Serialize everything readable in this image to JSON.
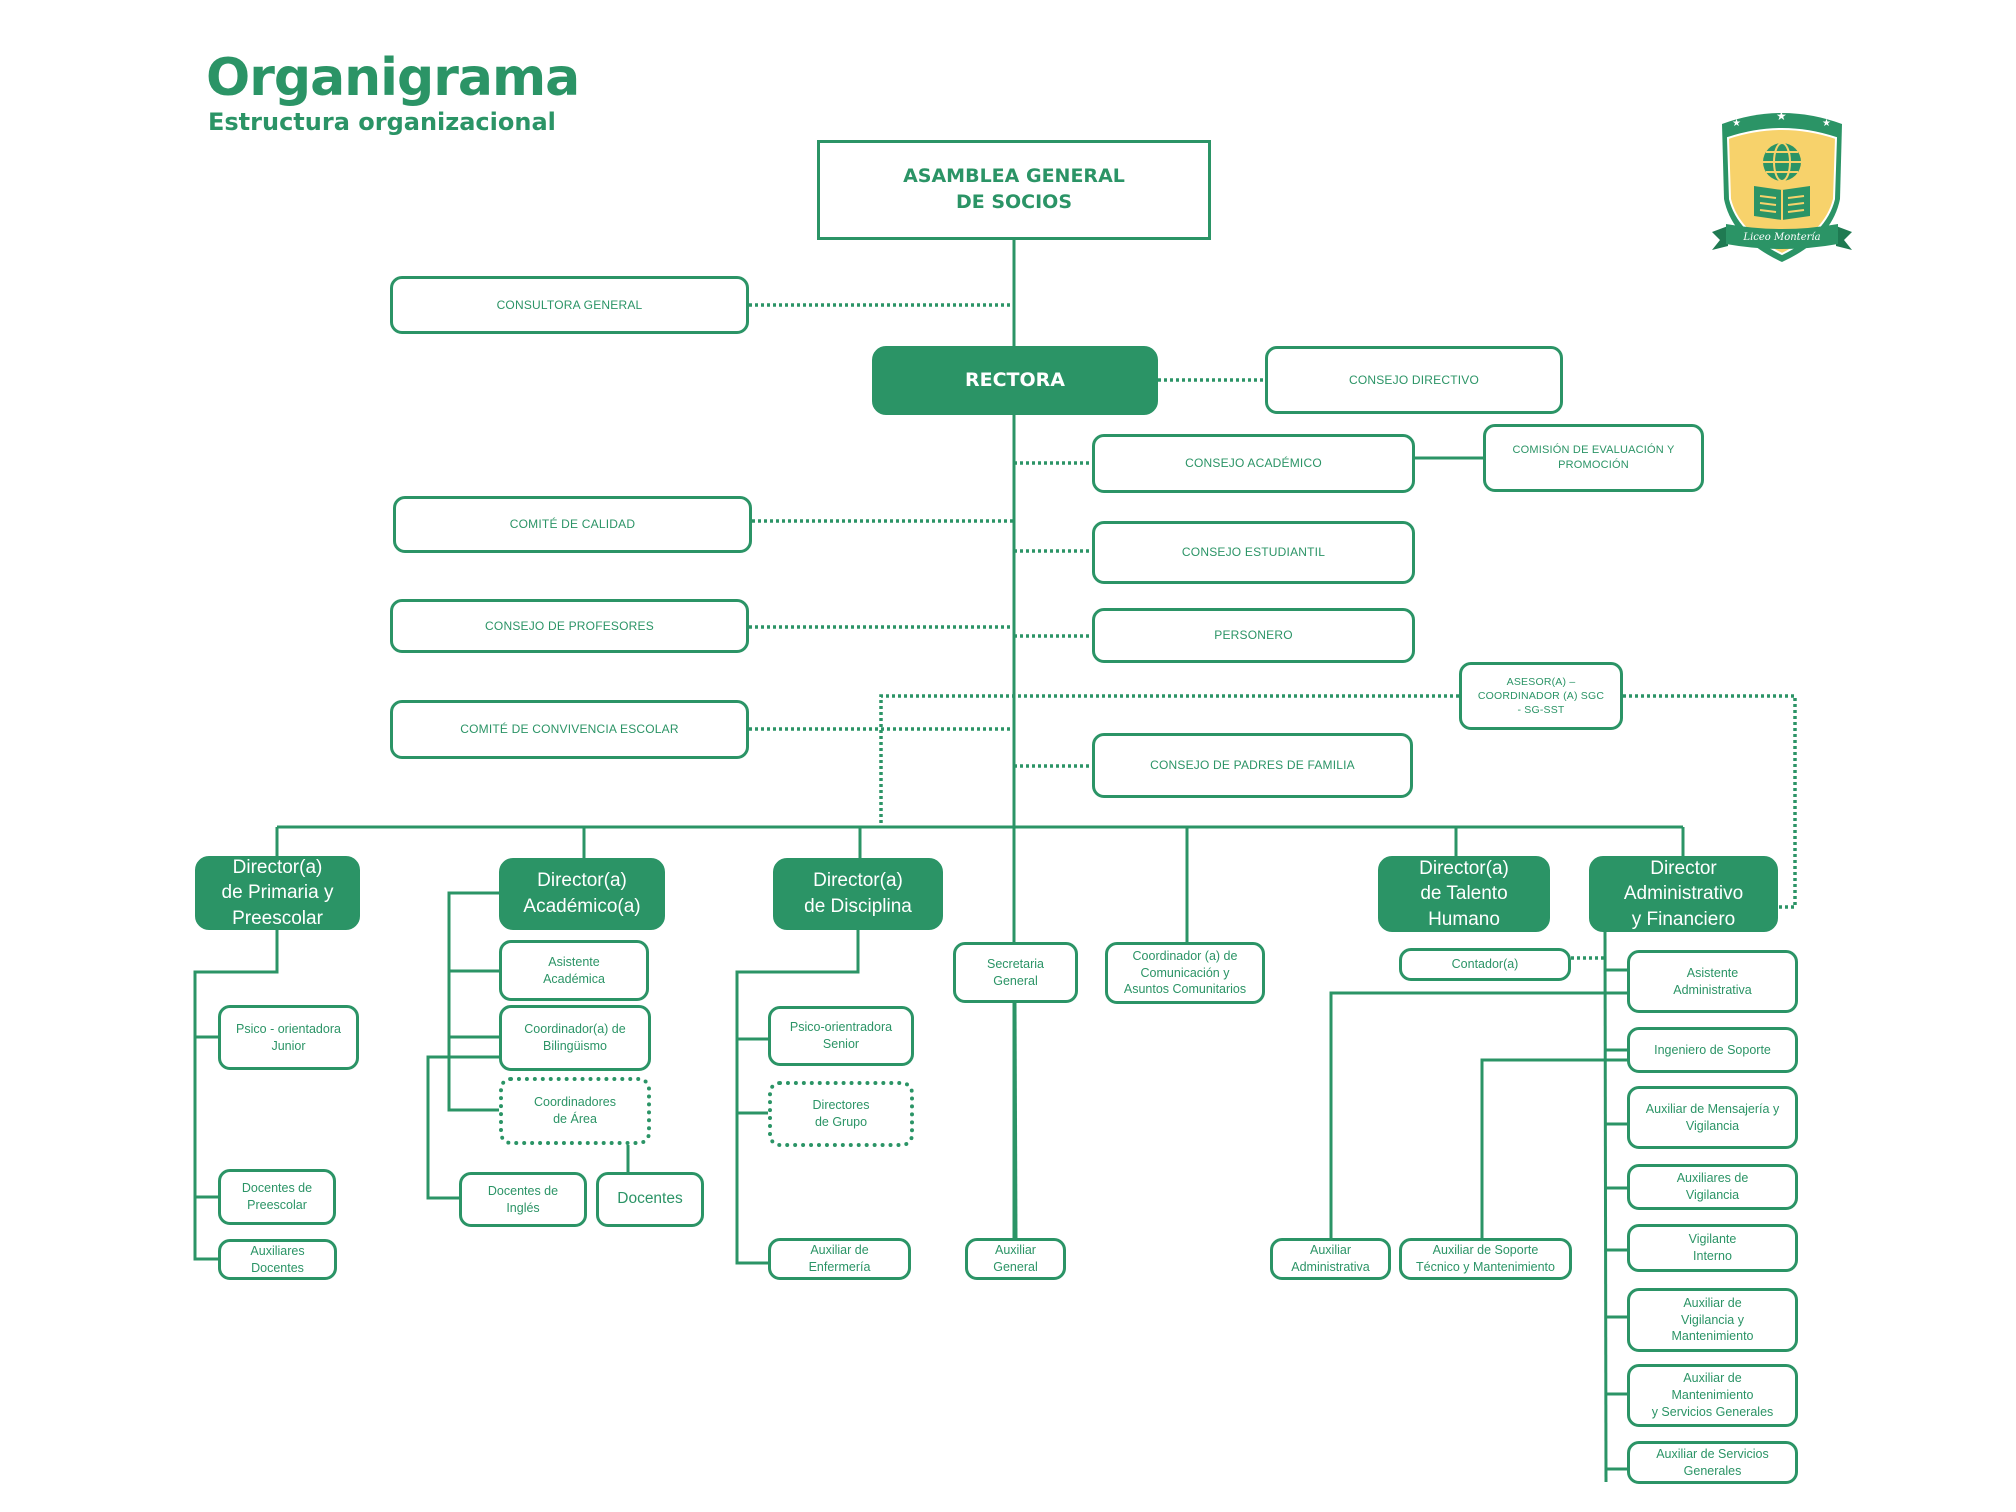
{
  "header": {
    "title": "Organigrama",
    "subtitle": "Estructura organizacional"
  },
  "logo": {
    "name": "Liceo Montería",
    "colors": {
      "shield": "#2b9466",
      "fill": "#f7d26b"
    }
  },
  "colors": {
    "accent": "#2b9466",
    "background": "#ffffff"
  },
  "nodes": {
    "asamblea": "ASAMBLEA GENERAL\nDE SOCIOS",
    "consultora": "CONSULTORA  GENERAL",
    "rectora": "RECTORA",
    "consejo_directivo": "CONSEJO DIRECTIVO",
    "consejo_academico": "CONSEJO ACADÉMICO",
    "comision": "COMISIÓN  DE EVALUACIÓN  Y\nPROMOCIÓN",
    "comite_calidad": "COMITÉ DE CALIDAD",
    "consejo_estudiantil": "CONSEJO ESTUDIANTIL",
    "consejo_profesores": "CONSEJO DE PROFESORES",
    "personero": "PERSONERO",
    "asesor": "ASESOR(A)  –\nCOORDINADOR (A) SGC\n- SG-SST",
    "comite_convivencia": "COMITÉ DE CONVIVENCIA ESCOLAR",
    "consejo_padres": "CONSEJO DE PADRES DE FAMILIA",
    "dir_primaria": "Director(a)\nde Primaria y\nPreescolar",
    "dir_academico": "Director(a)\nAcadémico(a)",
    "dir_disciplina": "Director(a)\nde Disciplina",
    "dir_talento": "Director(a)\nde Talento\nHumano",
    "dir_admin": "Director\nAdministrativo\ny Financiero",
    "secretaria": "Secretaria\nGeneral",
    "coord_comunicacion": "Coordinador (a) de\nComunicación y\nAsuntos Comunitarios",
    "psico_junior": "Psico - orientadora\nJunior",
    "docentes_preescolar": "Docentes de\nPreescolar",
    "auxiliares_docentes": "Auxiliares\nDocentes",
    "asistente_academica": "Asistente\nAcadémica",
    "coord_bilinguismo": "Coordinador(a) de\nBilingüismo",
    "coord_area": "Coordinadores\nde Área",
    "docentes_ingles": "Docentes de\nInglés",
    "docentes": "Docentes",
    "psico_senior": "Psico-orientradora\nSenior",
    "directores_grupo": "Directores\nde Grupo",
    "aux_enfermeria": "Auxiliar de\nEnfermería",
    "aux_general": "Auxiliar\nGeneral",
    "contador": "Contador(a)",
    "aux_administrativa": "Auxiliar\nAdministrativa",
    "aux_soporte": "Auxiliar de Soporte\nTécnico y Mantenimiento",
    "asistente_admin": "Asistente\nAdministrativa",
    "ingeniero_soporte": "Ingeniero de Soporte",
    "aux_mensajeria": "Auxiliar de Mensajería y\nVigilancia",
    "aux_vigilancia": "Auxiliares de\nVigilancia",
    "vigilante_interno": "Vigilante\nInterno",
    "aux_vig_mant": "Auxiliar de\nVigilancia y\nMantenimiento",
    "aux_mant_serv": "Auxiliar de\nMantenimiento\ny Servicios Generales",
    "aux_servicios": "Auxiliar de Servicios\nGenerales"
  }
}
